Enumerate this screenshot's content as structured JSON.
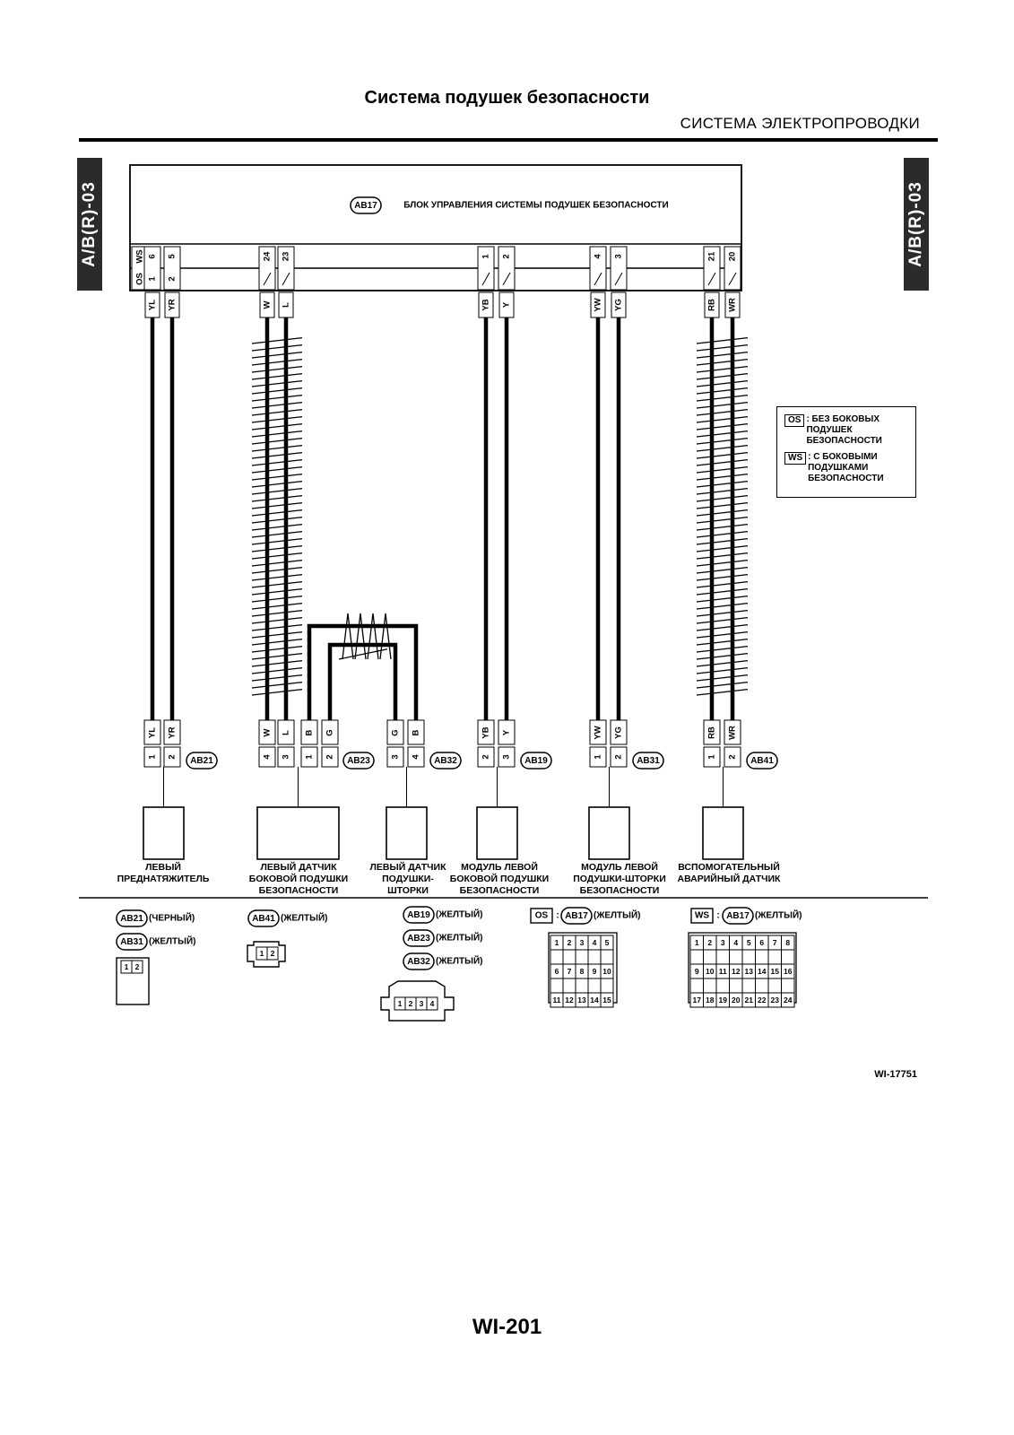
{
  "header": {
    "title": "Система подушек безопасности",
    "section": "СИСТЕМА ЭЛЕКТРОПРОВОДКИ"
  },
  "side_tab": {
    "left": "A/B(R)-03",
    "right": "A/B(R)-03"
  },
  "control_unit": {
    "id": "AB17",
    "label": "БЛОК УПРАВЛЕНИЯ СИСТЕМЫ ПОДУШЕК БЕЗОПАСНОСТИ",
    "row_ws_label": "WS",
    "row_os_label": "OS",
    "pins": [
      {
        "ws": "6",
        "os": "1",
        "wire": "YL"
      },
      {
        "ws": "5",
        "os": "2",
        "wire": "YR"
      },
      {
        "ws": "24",
        "os": "",
        "wire": "W"
      },
      {
        "ws": "23",
        "os": "",
        "wire": "L"
      },
      {
        "ws": "1",
        "os": "",
        "wire": "YB"
      },
      {
        "ws": "2",
        "os": "",
        "wire": "Y"
      },
      {
        "ws": "4",
        "os": "",
        "wire": "YW"
      },
      {
        "ws": "3",
        "os": "",
        "wire": "YG"
      },
      {
        "ws": "21",
        "os": "",
        "wire": "RB"
      },
      {
        "ws": "20",
        "os": "",
        "wire": "WR"
      }
    ]
  },
  "legend": [
    {
      "key": "OS",
      "text": ": БЕЗ БОКОВЫХ\nПОДУШЕК\nБЕЗОПАСНОСТИ"
    },
    {
      "key": "WS",
      "text": ": С БОКОВЫМИ\nПОДУШКАМИ\nБЕЗОПАСНОСТИ"
    }
  ],
  "connectors": [
    {
      "id": "AB21",
      "wires": [
        "YL",
        "YR"
      ],
      "pins": [
        "1",
        "2"
      ],
      "label": "ЛЕВЫЙ\nПРЕДНАТЯЖИТЕЛЬ"
    },
    {
      "id": "AB23",
      "wires": [
        "W",
        "L",
        "B",
        "G"
      ],
      "pins": [
        "4",
        "3",
        "1",
        "2"
      ],
      "label": "ЛЕВЫЙ ДАТЧИК\nБОКОВОЙ ПОДУШКИ\nБЕЗОПАСНОСТИ"
    },
    {
      "id": "AB32",
      "wires": [
        "G",
        "B"
      ],
      "pins": [
        "3",
        "4"
      ],
      "label": "ЛЕВЫЙ ДАТЧИК\nПОДУШКИ-\nШТОРКИ"
    },
    {
      "id": "AB19",
      "wires": [
        "YB",
        "Y"
      ],
      "pins": [
        "2",
        "3"
      ],
      "label": "МОДУЛЬ ЛЕВОЙ\nБОКОВОЙ ПОДУШКИ\nБЕЗОПАСНОСТИ"
    },
    {
      "id": "AB31",
      "wires": [
        "YW",
        "YG"
      ],
      "pins": [
        "1",
        "2"
      ],
      "label": "МОДУЛЬ ЛЕВОЙ\nПОДУШКИ-ШТОРКИ\nБЕЗОПАСНОСТИ"
    },
    {
      "id": "AB41",
      "wires": [
        "RB",
        "WR"
      ],
      "pins": [
        "1",
        "2"
      ],
      "label": "ВСПОМОГАТЕЛЬНЫЙ\nАВАРИЙНЫЙ ДАТЧИК"
    }
  ],
  "connector_views": [
    {
      "ids": [
        "AB21",
        "AB31"
      ],
      "colors": [
        "(ЧЕРНЫЙ)",
        "(ЖЕЛТЫЙ)"
      ],
      "pins": [
        "1",
        "2"
      ]
    },
    {
      "ids": [
        "AB41"
      ],
      "colors": [
        "(ЖЕЛТЫЙ)"
      ],
      "pins": [
        "1",
        "2"
      ]
    },
    {
      "ids": [
        "AB19",
        "AB23",
        "AB32"
      ],
      "colors": [
        "(ЖЕЛТЫЙ)",
        "(ЖЕЛТЫЙ)",
        "(ЖЕЛТЫЙ)"
      ],
      "pins": [
        "1",
        "2",
        "3",
        "4"
      ]
    },
    {
      "variant": "OS",
      "ids": [
        "AB17"
      ],
      "colors": [
        "(ЖЕЛТЫЙ)"
      ],
      "sep": ":",
      "pins": [
        "1",
        "2",
        "3",
        "4",
        "5",
        "6",
        "7",
        "8",
        "9",
        "10",
        "11",
        "12",
        "13",
        "14",
        "15"
      ]
    },
    {
      "variant": "WS",
      "ids": [
        "AB17"
      ],
      "colors": [
        "(ЖЕЛТЫЙ)"
      ],
      "sep": ":",
      "pins": [
        "1",
        "2",
        "3",
        "4",
        "5",
        "6",
        "7",
        "8",
        "9",
        "10",
        "11",
        "12",
        "13",
        "14",
        "15",
        "16",
        "17",
        "18",
        "19",
        "20",
        "21",
        "22",
        "23",
        "24"
      ]
    }
  ],
  "figure_code": "WI-17751",
  "page_number": "WI-201"
}
